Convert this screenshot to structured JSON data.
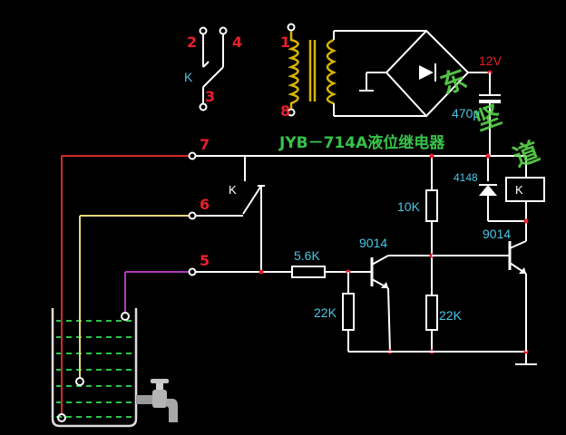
{
  "title": "JYB－714A液位继电器",
  "pins": {
    "p2": "2",
    "p4": "4",
    "p3": "3",
    "p1": "1",
    "p8": "8",
    "p7": "7",
    "p6": "6",
    "p5": "5"
  },
  "relay_label": "K",
  "supply": "12V",
  "capacitor": "470μ",
  "diode": "4148",
  "resistors": {
    "r_top": "10K",
    "r_in": "5.6K",
    "r_b1": "22K",
    "r_b2": "22K"
  },
  "transistors": {
    "q1": "9014",
    "q2": "9014"
  },
  "watermark": {
    "w1": "东",
    "w2": "坚",
    "w3": "道"
  },
  "colors": {
    "wire": "#ffffff",
    "pin_numbers": "#e8202a",
    "labels": "#49c7e6",
    "title": "#38c24a",
    "transformer": "#d8b400",
    "probe_red": "#d42a2a",
    "probe_yellow": "#e6d87a",
    "probe_purple": "#b03ab8",
    "water": "#2ac64a"
  }
}
